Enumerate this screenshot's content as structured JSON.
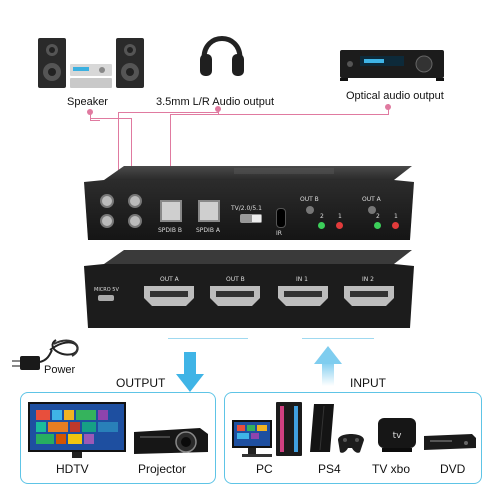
{
  "labels": {
    "speaker": "Speaker",
    "audio_out": "3.5mm L/R Audio output",
    "optical_out": "Optical audio output",
    "power": "Power",
    "output": "OUTPUT",
    "input": "INPUT",
    "hdtv": "HDTV",
    "projector": "Projector",
    "pc": "PC",
    "ps4": "PS4",
    "tv_xbo": "TV xbo",
    "dvd": "DVD"
  },
  "device_top": {
    "spdib_b": "SPDIB B",
    "spdib_a": "SPDIB A",
    "tv_mode": "TV/2.0/5.1",
    "ir": "IR",
    "out_b": "OUT B",
    "out_a": "OUT A",
    "led_2": "2",
    "led_1": "1"
  },
  "device_front": {
    "micro": "MICRO 5V",
    "out_a": "OUT A",
    "out_b": "OUT B",
    "in_1": "IN 1",
    "in_2": "IN 2"
  },
  "colors": {
    "accent_blue": "#3fb4e6",
    "pink_line": "#e07aa0",
    "box_border": "#5ec4e6"
  }
}
